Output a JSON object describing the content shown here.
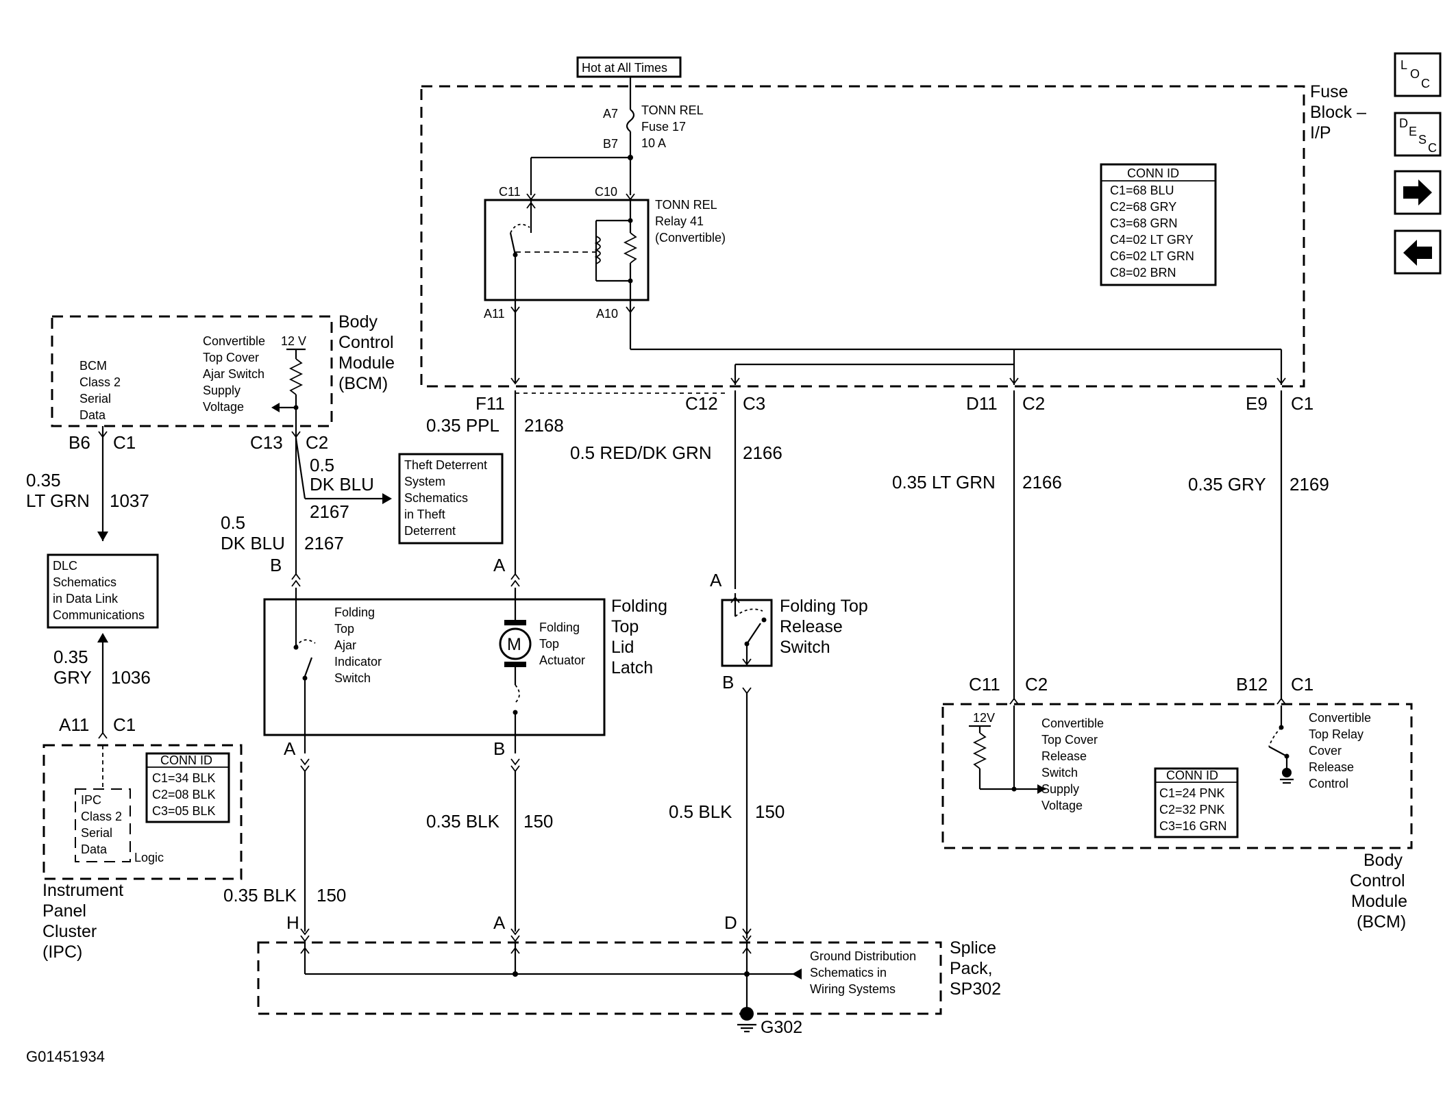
{
  "page": {
    "figure_id": "G01451934"
  },
  "navigation": {
    "loc": {
      "l": "L",
      "o": "O",
      "c": "C"
    },
    "desc": {
      "d": "D",
      "e": "E",
      "s": "S",
      "c": "C"
    }
  },
  "power": {
    "hot_at_all_times": "Hot at All Times"
  },
  "fuse_block": {
    "title": [
      "Fuse",
      "Block –",
      "I/P"
    ],
    "fuse_name": "TONN REL",
    "fuse_number": "Fuse 17",
    "fuse_rating": "10 A",
    "pin_a7": "A7",
    "pin_b7": "B7",
    "relay_name": "TONN REL",
    "relay_number": "Relay 41",
    "relay_variant": "(Convertible)",
    "pin_c11": "C11",
    "pin_c10": "C10",
    "pin_a11": "A11",
    "pin_a10": "A10",
    "conn_id": {
      "header": "CONN ID",
      "rows": [
        "C1=68 BLU",
        "C2=68 GRY",
        "C3=68 GRN",
        "C4=02 LT GRY",
        "C6=02 LT GRN",
        "C8=02 BRN"
      ]
    }
  },
  "bcm_top": {
    "title": [
      "Body",
      "Control",
      "Module",
      "(BCM)"
    ],
    "serial_data": [
      "BCM",
      "Class 2",
      "Serial",
      "Data"
    ],
    "supply": [
      "Convertible",
      "Top Cover",
      "Ajar Switch",
      "Supply",
      "Voltage"
    ],
    "voltage": "12 V",
    "b6": "B6",
    "c1": "C1",
    "c13": "C13",
    "c2": "C2"
  },
  "wires": {
    "w1037_gauge": [
      "0.35",
      "LT GRN"
    ],
    "w1037_circuit": "1037",
    "w1036_gauge": [
      "0.35",
      "GRY"
    ],
    "w1036_circuit": "1036",
    "w2167a_gauge": [
      "0.5",
      "DK BLU"
    ],
    "w2167a_circuit": "2167",
    "w2167b_gauge": [
      "0.5",
      "DK BLU"
    ],
    "w2167b_circuit": "2167",
    "w2168_gauge": "0.35 PPL",
    "w2168_circuit": "2168",
    "w2166a_gauge": "0.5 RED/DK GRN",
    "w2166a_circuit": "2166",
    "w2166b_gauge": "0.35 LT GRN",
    "w2166b_circuit": "2166",
    "w2169_gauge": "0.35 GRY",
    "w2169_circuit": "2169",
    "w150a_gauge": "0.35 BLK",
    "w150a_circuit": "150",
    "w150b_gauge": "0.35 BLK",
    "w150b_circuit": "150",
    "w150c_gauge": "0.5 BLK",
    "w150c_circuit": "150"
  },
  "connectors": {
    "f11": "F11",
    "c12": "C12",
    "c3": "C3",
    "d11": "D11",
    "c2": "C2",
    "e9": "E9",
    "c1": "C1",
    "c11b": "C11",
    "c2b": "C2",
    "b12": "B12",
    "c1b": "C1",
    "a11": "A11",
    "c1c": "C1",
    "pin_b_left": "B",
    "pin_a_mid": "A",
    "pin_a_right": "A",
    "pin_a_latch": "A",
    "pin_b_latch": "B",
    "pin_b_switch": "B",
    "pin_h": "H",
    "pin_a_splice": "A",
    "pin_d": "D"
  },
  "dlc": {
    "lines": [
      "DLC",
      "Schematics",
      "in Data Link",
      "Communications"
    ]
  },
  "theft": {
    "lines": [
      "Theft Deterrent",
      "System",
      "Schematics",
      "in Theft",
      "Deterrent"
    ]
  },
  "latch": {
    "title": [
      "Folding",
      "Top",
      "Lid",
      "Latch"
    ],
    "switch_label": [
      "Folding",
      "Top",
      "Ajar",
      "Indicator",
      "Switch"
    ],
    "actuator_label": [
      "Folding",
      "Top",
      "Actuator"
    ],
    "motor": "M"
  },
  "release_switch": {
    "title": [
      "Folding Top",
      "Release",
      "Switch"
    ]
  },
  "ipc": {
    "title": [
      "Instrument",
      "Panel",
      "Cluster",
      "(IPC)"
    ],
    "serial_data": [
      "IPC",
      "Class 2",
      "Serial",
      "Data"
    ],
    "logic": "Logic",
    "conn_id": {
      "header": "CONN ID",
      "rows": [
        "C1=34 BLK",
        "C2=08 BLK",
        "C3=05 BLK"
      ]
    }
  },
  "bcm_bottom": {
    "title": [
      "Body",
      "Control",
      "Module",
      "(BCM)"
    ],
    "voltage": "12V",
    "supply": [
      "Convertible",
      "Top Cover",
      "Release",
      "Switch",
      "Supply",
      "Voltage"
    ],
    "relay_control": [
      "Convertible",
      "Top Relay",
      "Cover",
      "Release",
      "Control"
    ],
    "conn_id": {
      "header": "CONN ID",
      "rows": [
        "C1=24 PNK",
        "C2=32 PNK",
        "C3=16 GRN"
      ]
    }
  },
  "splice": {
    "title": [
      "Splice",
      "Pack,",
      "SP302"
    ],
    "ground_ref": [
      "Ground Distribution",
      "Schematics in",
      "Wiring Systems"
    ],
    "ground_id": "G302"
  }
}
